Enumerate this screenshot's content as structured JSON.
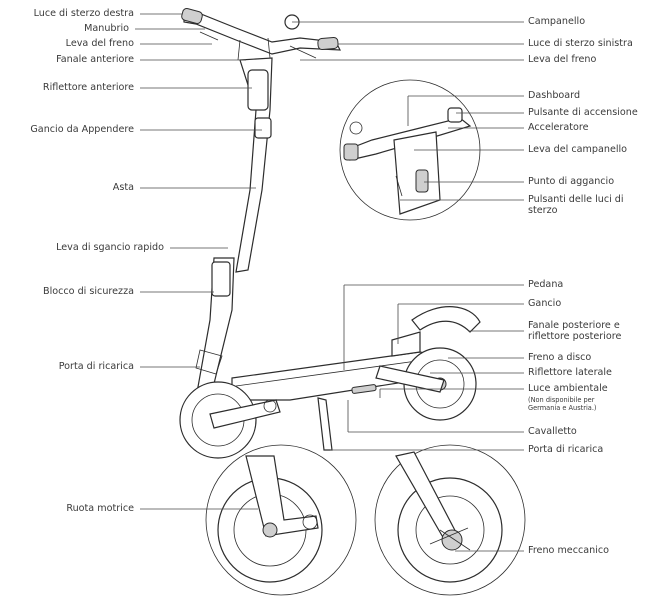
{
  "left_labels": {
    "luce_destra": "Luce di sterzo destra",
    "manubrio": "Manubrio",
    "leva_freno": "Leva del freno",
    "fanale_anteriore": "Fanale anteriore",
    "riflettore_anteriore": "Riflettore anteriore",
    "gancio_appendere": "Gancio da Appendere",
    "asta": "Asta",
    "leva_sgancio": "Leva di sgancio rapido",
    "blocco": "Blocco di sicurezza",
    "porta_ricarica": "Porta di ricarica",
    "ruota_motrice": "Ruota motrice"
  },
  "right_labels": {
    "campanello": "Campanello",
    "luce_sinistra": "Luce di sterzo sinistra",
    "leva_freno": "Leva del freno",
    "dashboard": "Dashboard",
    "pulsante_accensione": "Pulsante di accensione",
    "acceleratore": "Acceleratore",
    "leva_campanello": "Leva del campanello",
    "punto_aggancio": "Punto di aggancio",
    "pulsanti_luci_1": "Pulsanti delle luci di",
    "pulsanti_luci_2": "sterzo",
    "pedana": "Pedana",
    "gancio": "Gancio",
    "fanale_posteriore_1": "Fanale posteriore e",
    "fanale_posteriore_2": "riflettore posteriore",
    "freno_disco": "Freno a disco",
    "riflettore_laterale": "Riflettore laterale",
    "luce_ambientale": "Luce ambientale",
    "nota_1": "(Non disponibile per",
    "nota_2": "Germania e Austria.)",
    "cavalletto": "Cavalletto",
    "porta_ricarica": "Porta di ricarica",
    "freno_meccanico": "Freno meccanico"
  }
}
